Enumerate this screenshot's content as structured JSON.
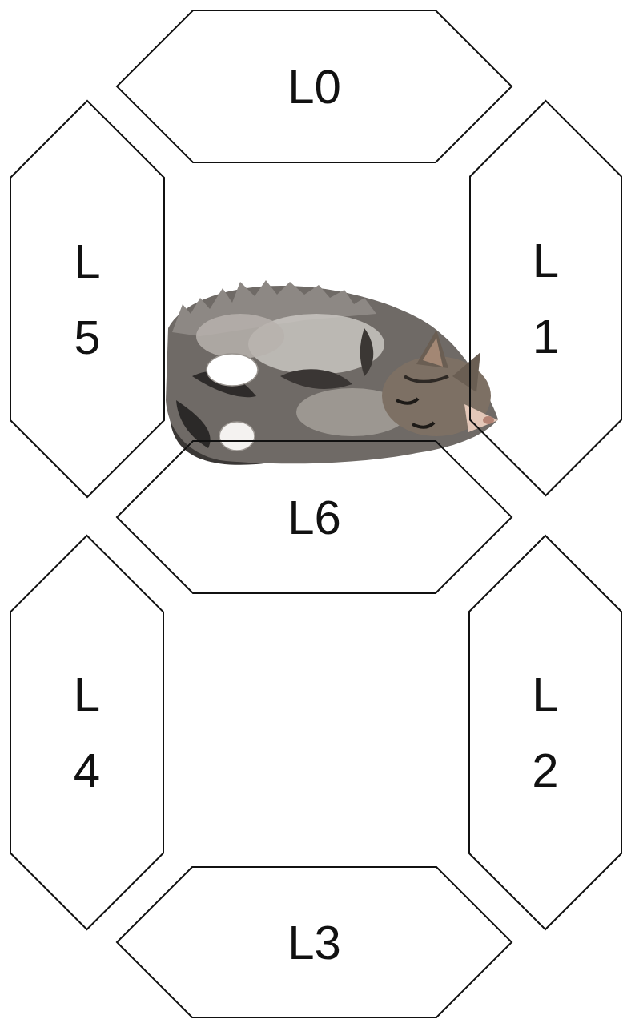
{
  "diagram": {
    "nodes": [
      {
        "text": [
          "L0"
        ]
      },
      {
        "text": [
          "L 5"
        ]
      },
      {
        "text": [
          "L 1"
        ]
      },
      {
        "text": [
          "L6"
        ]
      },
      {
        "text": [
          "L 4"
        ]
      },
      {
        "text": [
          "L 2"
        ]
      },
      {
        "text": [
          "L3"
        ]
      }
    ]
  }
}
